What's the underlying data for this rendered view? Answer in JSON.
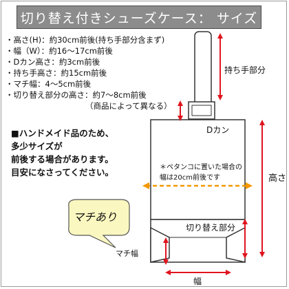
{
  "title": "切り替え付きシューズケース： サイズ",
  "specs": [
    "・高さ(H)：約30cm前後(持ち手部分含まず)",
    "・幅（W）：約16～17cm前後",
    "・Dカン高さ：約3cm前後",
    "・持ち手高さ：約15cm前後",
    "・マチ幅：4～5cm前後",
    "・切り替え部分の高さ：約7～8cm前後"
  ],
  "specs_note": "（商品によって異なる）",
  "handmade_notice": [
    "■ハンドメイド品のため、",
    "多少サイズが",
    "前後する場合があります。",
    "目安になさってください。"
  ],
  "labels": {
    "handle": "持ち手部分",
    "d_ring": "Dカン",
    "height": "高さ",
    "switch_part": "切り替え部分",
    "machi_width": "マチ幅",
    "width": "幅",
    "machi_bubble": "マチあり"
  },
  "flat_note": [
    "＊ペタンコに置いた場合の",
    "幅は20cm前後です"
  ],
  "colors": {
    "title_bg": "#8c8c8c",
    "arrow_red": "#e0141e",
    "arrow_orange": "#f39800",
    "bubble_fill": "#fbf7c0"
  }
}
